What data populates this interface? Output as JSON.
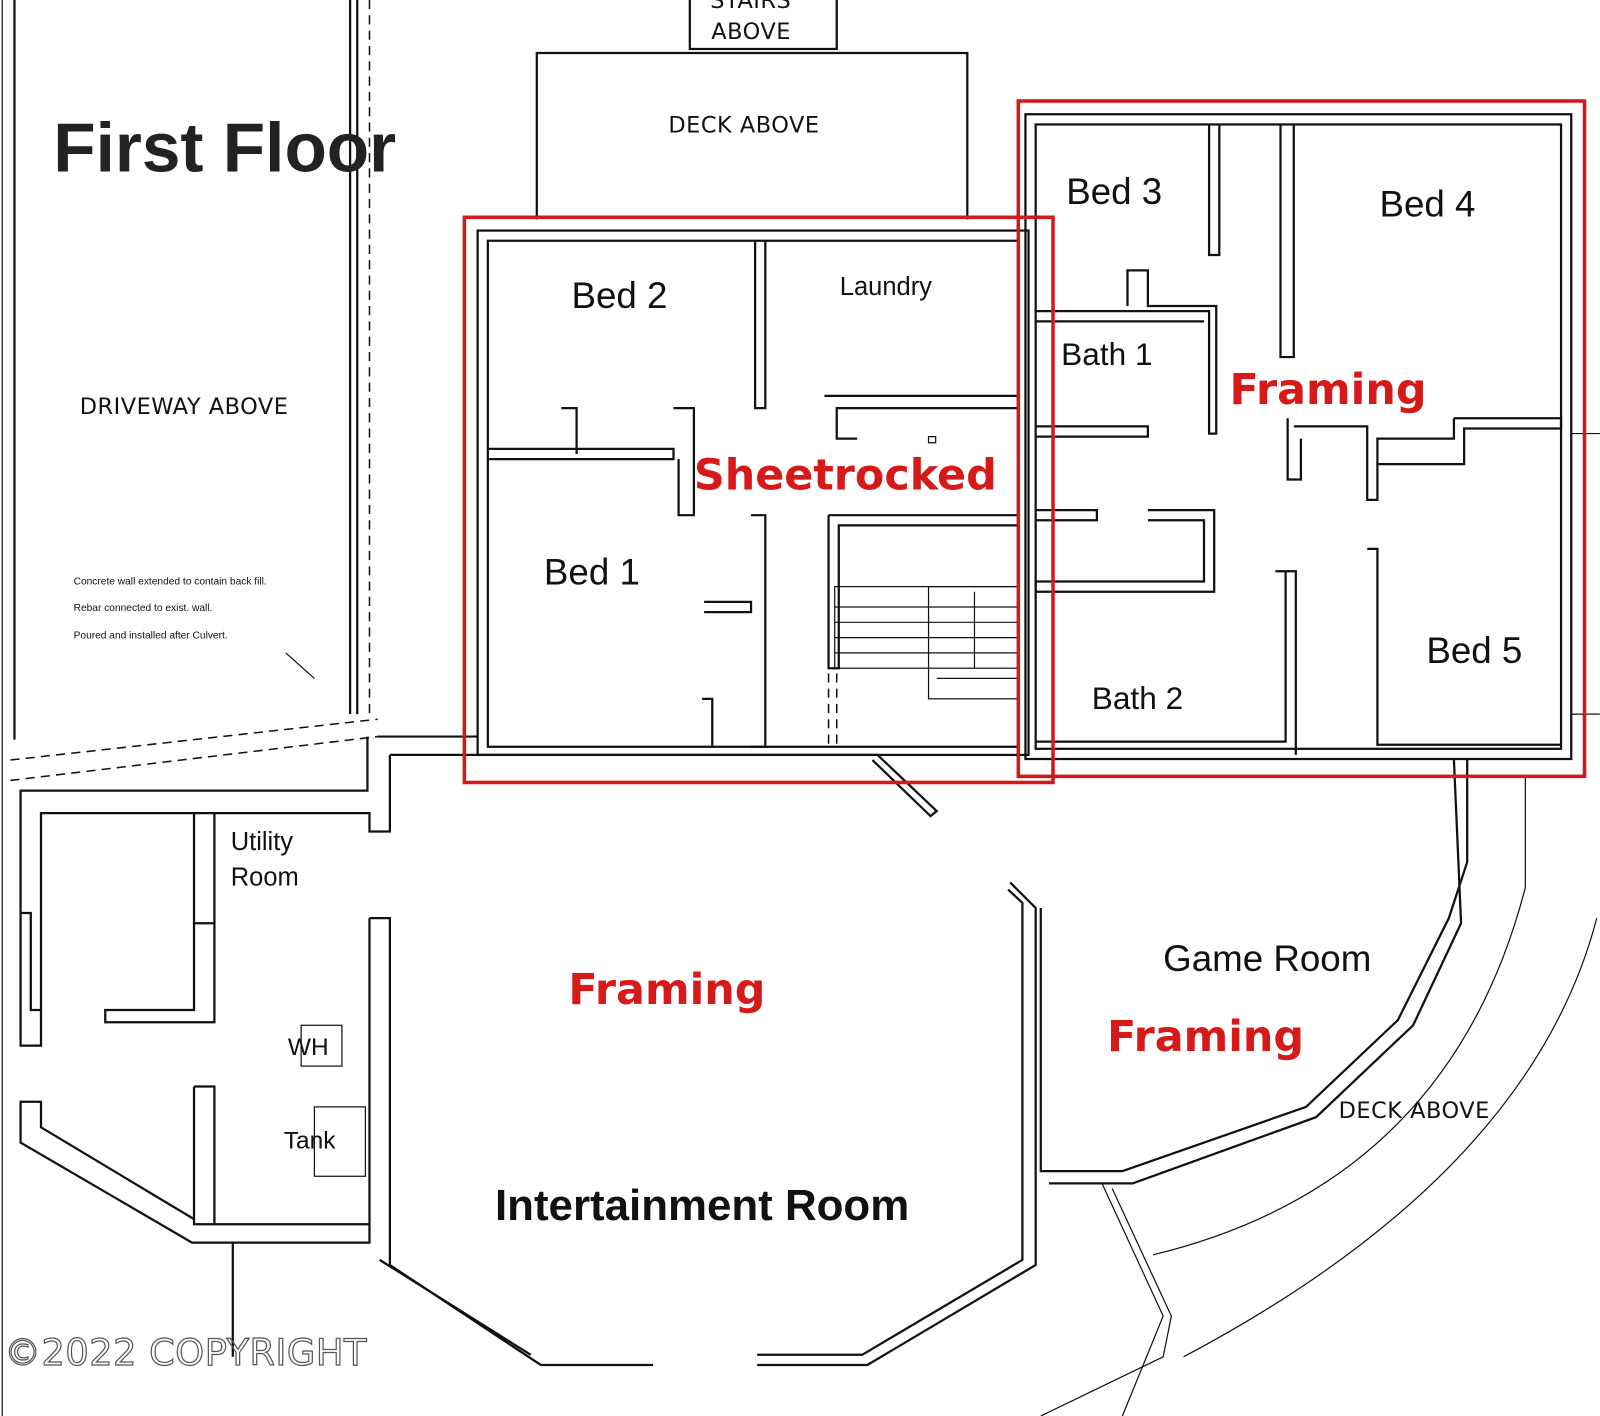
{
  "title": "First Floor",
  "labels": {
    "stairs_above_1": "STAIRS",
    "stairs_above_2": "ABOVE",
    "deck_above_top": "DECK ABOVE",
    "driveway_above": "DRIVEWAY ABOVE",
    "note_1": "Concrete wall extended to contain back fill.",
    "note_2": "Rebar connected to exist. wall.",
    "note_3": "Poured and installed after Culvert.",
    "deck_above_right": "DECK ABOVE",
    "copyright": "©2022 COPYRIGHT"
  },
  "rooms": {
    "bed1": "Bed 1",
    "bed2": "Bed 2",
    "bed3": "Bed 3",
    "bed4": "Bed 4",
    "bed5": "Bed 5",
    "bath1": "Bath 1",
    "bath2": "Bath 2",
    "laundry": "Laundry",
    "utility_1": "Utility",
    "utility_2": "Room",
    "wh": "WH",
    "tank": "Tank",
    "game_room": "Game Room",
    "entertainment": "Intertainment Room"
  },
  "status": {
    "sheetrocked": "Sheetrocked",
    "framing_bedrooms": "Framing",
    "framing_entertainment": "Framing",
    "framing_game": "Framing"
  },
  "colors": {
    "status_red": "#d61a1a",
    "line": "#111111"
  }
}
